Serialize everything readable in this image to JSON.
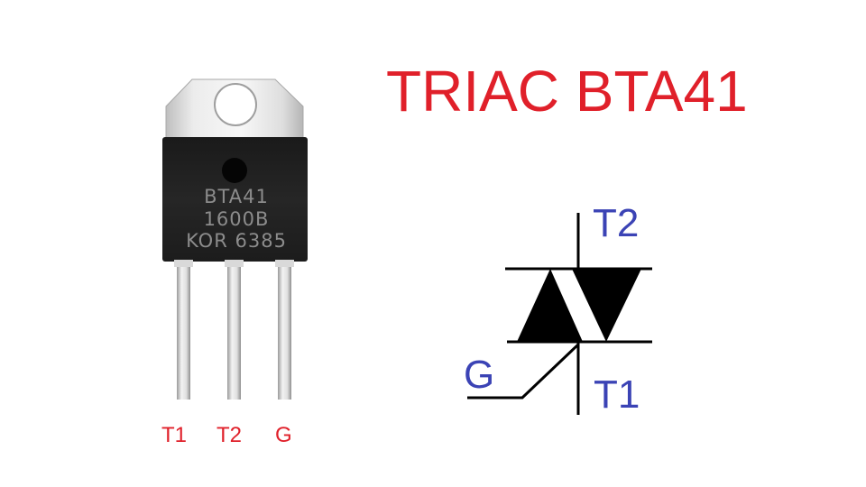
{
  "title": "TRIAC BTA41",
  "component": {
    "markings": [
      "BTA41",
      "1600B",
      "KOR 6385"
    ],
    "pin_labels": [
      "T1",
      "T2",
      "G"
    ]
  },
  "symbol": {
    "labels": {
      "t2": "T2",
      "g": "G",
      "t1": "T1"
    }
  },
  "colors": {
    "title": "#e0202a",
    "pin_labels": "#e0202a",
    "symbol_labels": "#3b43b5",
    "symbol_lines": "#000000",
    "package_body": "#1e1e1e",
    "tab_metal": "#e6e6e6"
  }
}
